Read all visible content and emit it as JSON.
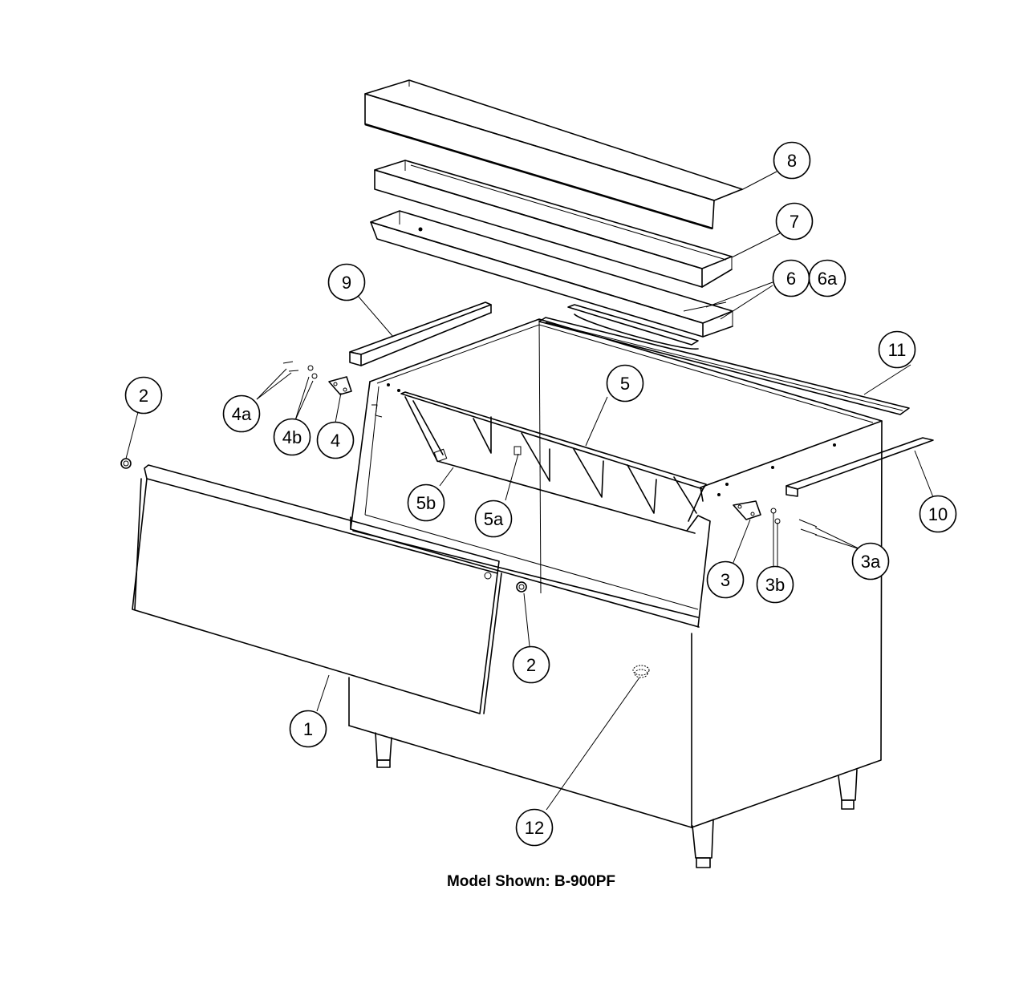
{
  "caption": "Model Shown:  B-900PF",
  "callouts": [
    {
      "id": "c1",
      "label": "1"
    },
    {
      "id": "c2a",
      "label": "2"
    },
    {
      "id": "c2b",
      "label": "2"
    },
    {
      "id": "c3",
      "label": "3"
    },
    {
      "id": "c3a",
      "label": "3a"
    },
    {
      "id": "c3b",
      "label": "3b"
    },
    {
      "id": "c4",
      "label": "4"
    },
    {
      "id": "c4a",
      "label": "4a"
    },
    {
      "id": "c4b",
      "label": "4b"
    },
    {
      "id": "c5",
      "label": "5"
    },
    {
      "id": "c5a",
      "label": "5a"
    },
    {
      "id": "c5b",
      "label": "5b"
    },
    {
      "id": "c6",
      "label": "6"
    },
    {
      "id": "c6a",
      "label": "6a"
    },
    {
      "id": "c7",
      "label": "7"
    },
    {
      "id": "c8",
      "label": "8"
    },
    {
      "id": "c9",
      "label": "9"
    },
    {
      "id": "c10",
      "label": "10"
    },
    {
      "id": "c11",
      "label": "11"
    },
    {
      "id": "c12",
      "label": "12"
    }
  ]
}
